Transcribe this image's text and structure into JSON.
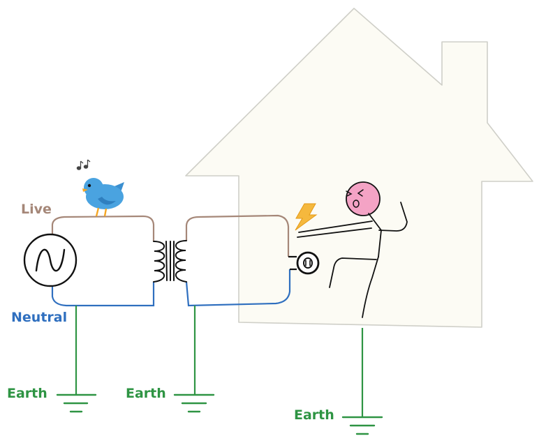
{
  "labels": {
    "live": "Live",
    "neutral": "Neutral",
    "earth_source": "Earth",
    "earth_transformer": "Earth",
    "earth_house": "Earth"
  },
  "icons": {
    "bird": "bird-icon",
    "music_notes": "music-notes-icon",
    "lightning": "lightning-bolt-icon"
  },
  "colors": {
    "live_wire": "#a58778",
    "neutral_wire": "#2f6fbf",
    "earth": "#2e9443",
    "house_fill": "#fcfbf4",
    "house_outline": "#cfcfc8",
    "face": "#f4a3c5",
    "bird": "#4aa3e0",
    "lightning": "#f5b83d"
  }
}
